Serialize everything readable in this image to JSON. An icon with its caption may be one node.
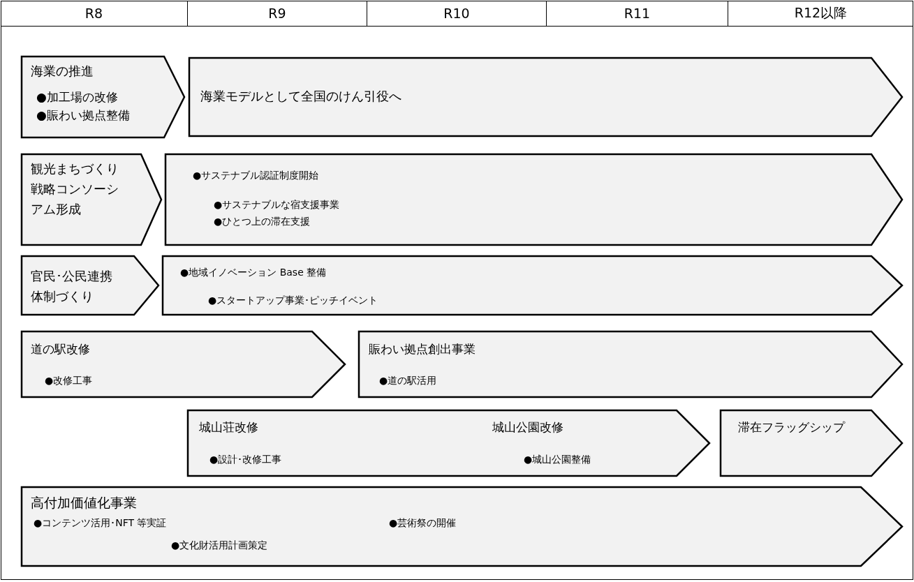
{
  "diagram": {
    "nodes": [
      {
        "text": [
          "海業の推進",
          "●加工場の改修",
          "●賑わい拠点整備"
        ]
      },
      {
        "text": [
          "海業モデルとして全国のけん引役へ"
        ]
      },
      {
        "text": [
          "観光まちづくり戦略コンソーシアム形成"
        ]
      },
      {
        "text": [
          "●サステナブル認証制度開始",
          "●サステナブルな宿支援事業",
          "●ひとつ上の滞在支援"
        ]
      },
      {
        "text": [
          "官民･公民連携体制づくり"
        ]
      },
      {
        "text": [
          "●地域イノベーション Base 整備",
          "●スタートアップ事業･ピッチイベント"
        ]
      },
      {
        "text": [
          "道の駅改修",
          "●改修工事"
        ]
      },
      {
        "text": [
          "賑わい拠点創出事業",
          "●道の駅活用"
        ]
      },
      {
        "text": [
          "城山荘改修",
          "●設計･改修工事",
          "城山公園改修",
          "●城山公園整備"
        ]
      },
      {
        "text": [
          "滞在フラッグシップ"
        ]
      },
      {
        "text": [
          "高付加価値化事業",
          "●コンテンツ活用･NFT 等実証",
          "●芸術祭の開催",
          "●文化財活用計画策定"
        ]
      }
    ],
    "labels": [
      "R8",
      "R9",
      "R10",
      "R11",
      "R12以降"
    ]
  }
}
